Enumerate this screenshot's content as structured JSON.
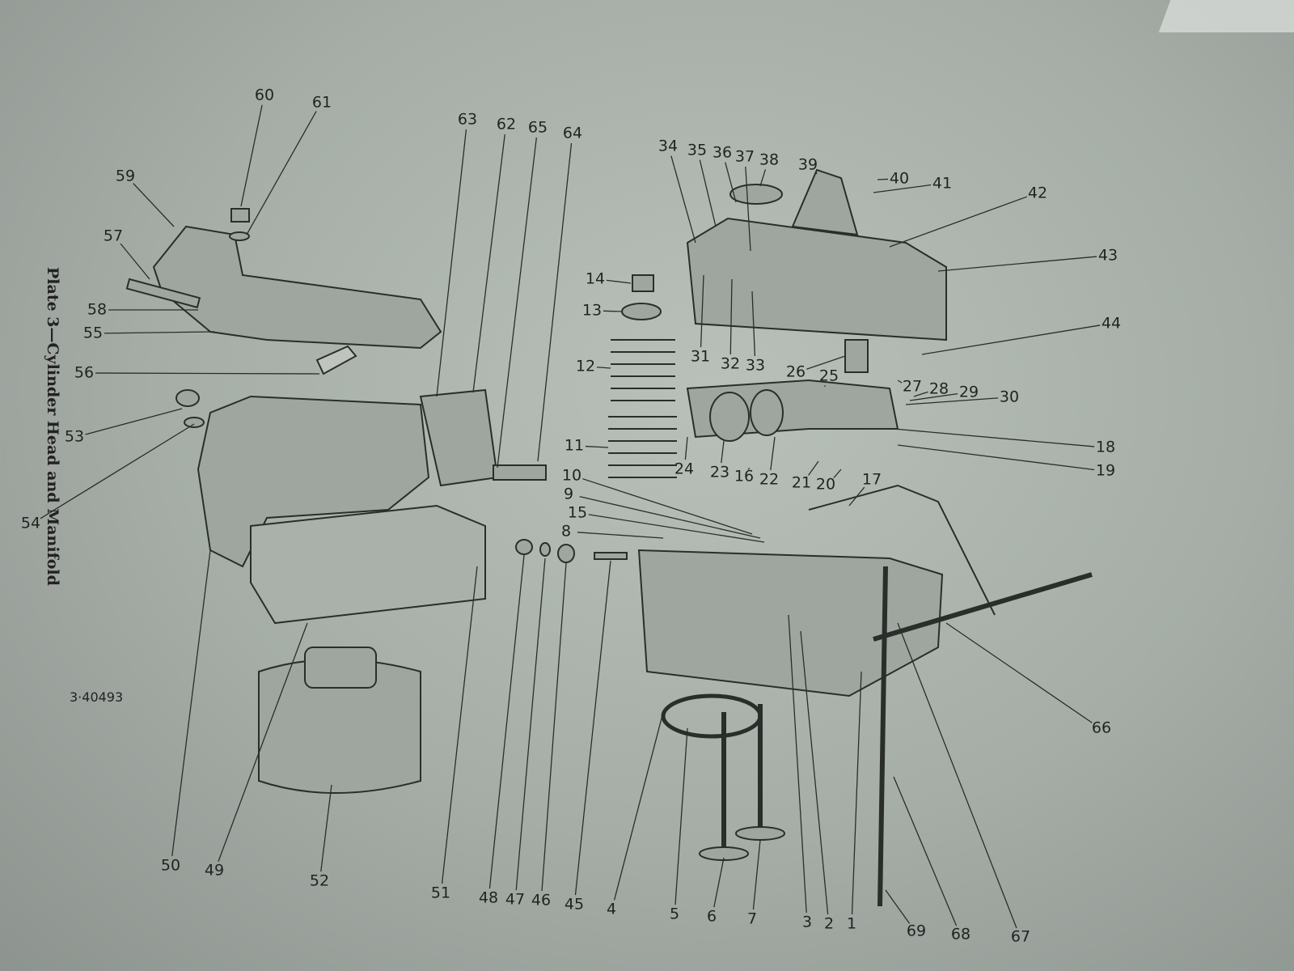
{
  "plate_title": "Plate 3—Cylinder Head and Manifold",
  "figure_number": "3·40493",
  "part_labels": [
    "60",
    "61",
    "59",
    "57",
    "58",
    "55",
    "56",
    "53",
    "54",
    "63",
    "62",
    "65",
    "64",
    "14",
    "13",
    "12",
    "11",
    "10",
    "9",
    "15",
    "8",
    "34",
    "35",
    "36",
    "37",
    "38",
    "39",
    "40",
    "41",
    "42",
    "43",
    "44",
    "31",
    "32",
    "33",
    "26",
    "25",
    "27",
    "28",
    "29",
    "30",
    "18",
    "19",
    "24",
    "23",
    "16",
    "22",
    "21",
    "20",
    "17",
    "50",
    "49",
    "52",
    "51",
    "48",
    "47",
    "46",
    "45",
    "4",
    "5",
    "6",
    "7",
    "3",
    "2",
    "1",
    "69",
    "68",
    "67",
    "66"
  ]
}
